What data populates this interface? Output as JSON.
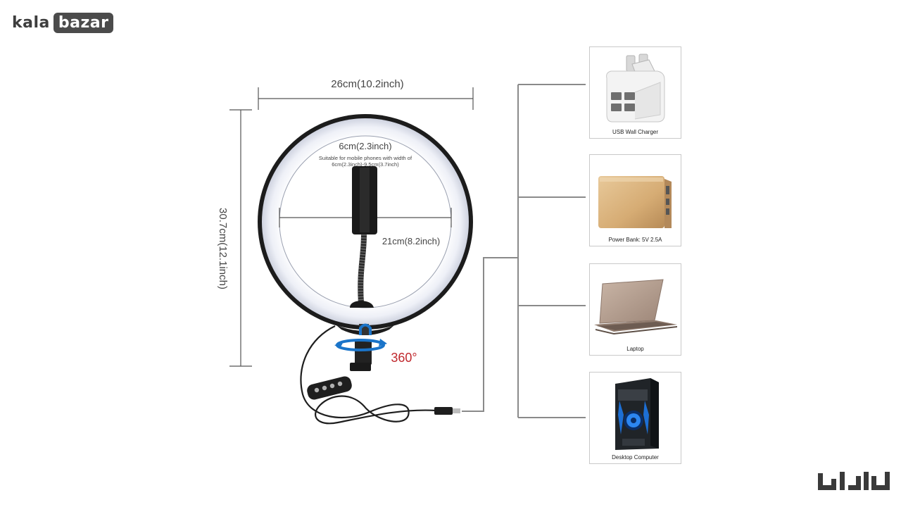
{
  "logo": {
    "part1": "kala",
    "part2": "bazar"
  },
  "dimensions": {
    "width_label": "26cm(10.2inch)",
    "height_label": "30.7cm(12.1inch)",
    "inner_label": "21cm(8.2inch)",
    "clip_label": "6cm(2.3inch)",
    "clip_note_line1": "Suitable for mobile phones with width of",
    "clip_note_line2": "6cm(2.3inch)-9.5cm(3.7inch)",
    "rotation_label": "360°"
  },
  "devices": [
    {
      "icon": "usb-wall-charger-icon",
      "label": "USB Wall Charger"
    },
    {
      "icon": "power-bank-icon",
      "label": "Power Bank: 5V 2.5A"
    },
    {
      "icon": "laptop-icon",
      "label": "Laptop"
    },
    {
      "icon": "desktop-computer-icon",
      "label": "Desktop Computer"
    }
  ],
  "watermark": {
    "text": "کالابازار"
  },
  "colors": {
    "rotation_text": "#c0282d",
    "rotation_arrow": "#1a74c9",
    "connector": "#8a8a8a"
  }
}
